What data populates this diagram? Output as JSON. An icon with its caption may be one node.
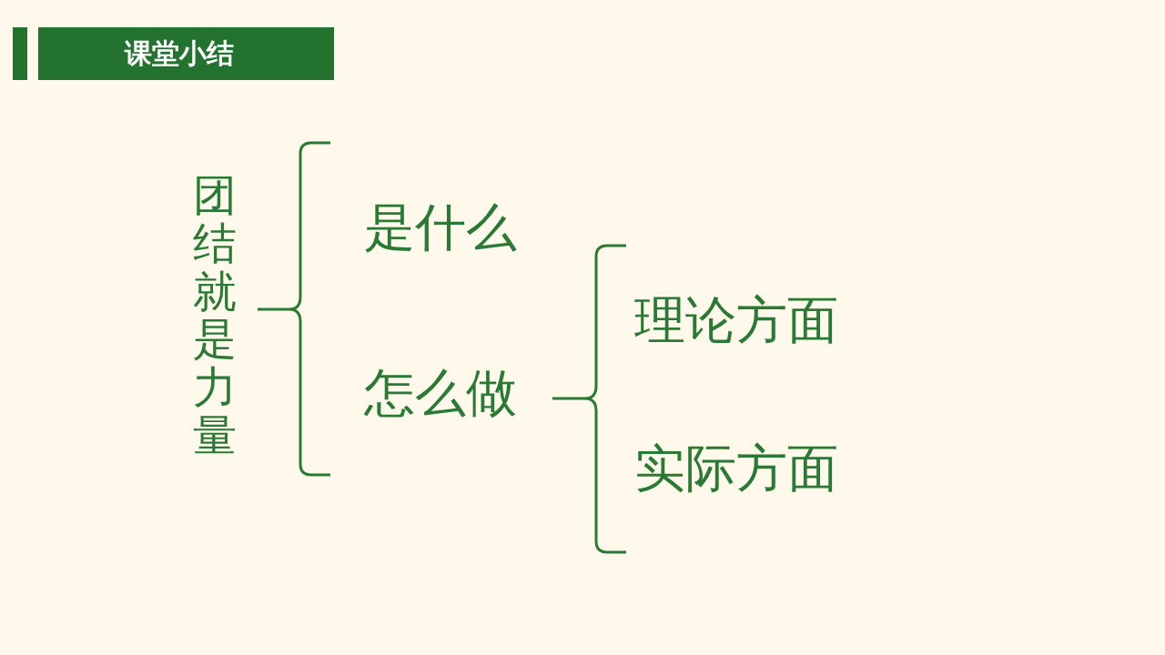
{
  "diagram": {
    "title": "课堂小结",
    "labels": [
      "团结就是力量",
      "是什么",
      "怎么做",
      "理论方面",
      "实际方面"
    ]
  }
}
